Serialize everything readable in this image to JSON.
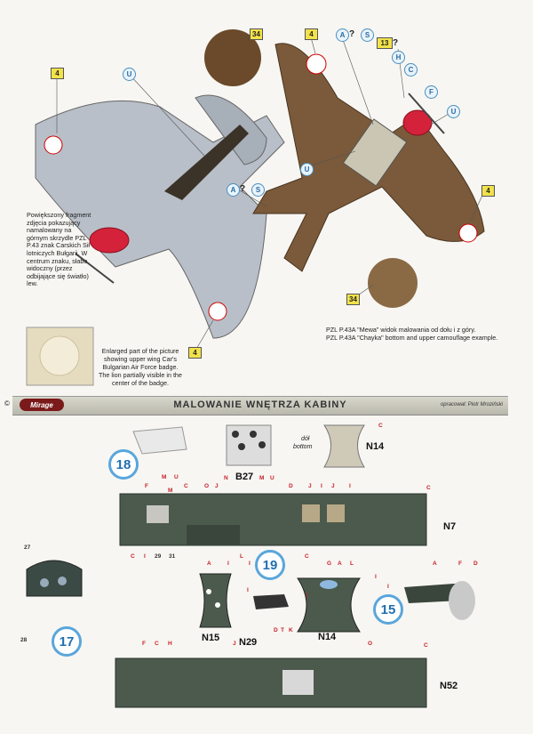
{
  "top_section": {
    "callouts": {
      "c34a": "34",
      "c4a": "4",
      "c4b": "4",
      "c4c": "4",
      "c4d": "4",
      "c13": "13",
      "c34b": "34",
      "qA1": "A",
      "q1": "?",
      "qS1": "S",
      "qA2": "A",
      "q2": "?",
      "qS2": "S",
      "qm13": "?",
      "u1": "U",
      "u2": "U",
      "u3": "U",
      "h": "H",
      "c": "C",
      "f": "F"
    },
    "polish_caption": "Powiększony fragment zdjęcia pokazujący namalowany na górnym skrzydle PZL P.43 znak Carskich Sił lotniczych Bułgarii. W centrum znaku, słabo widoczny (przez odbijające się światło) lew.",
    "english_caption": "Enlarged part of the picture showing upper wing Car's Bulgarian Air Force badge. The lion partially visible in the center of the badge.",
    "right_caption_pl": "PZL P.43A \"Mewa\" widok malowania od dołu i z góry.",
    "right_caption_en": "PZL P.43A \"Chayka\" bottom and upper camouflage example."
  },
  "banner": {
    "logo": "Mirage",
    "title": "MALOWANIE WNĘTRZA KABINY",
    "credit": "opracował: Piotr Mroziński",
    "copyright": "©"
  },
  "panels": {
    "n14_top": "N14",
    "dol": "dół",
    "bottom": "bottom",
    "b27": "B27",
    "n7": "N7",
    "n15": "N15",
    "n29": "N29",
    "n14_mid": "N14",
    "n52": "N52",
    "num18": "18",
    "num19": "19",
    "num17": "17",
    "num15": "15",
    "l27": "27",
    "l28": "28",
    "l29": "29",
    "l31": "31"
  },
  "letters": {
    "r1": [
      "M",
      "U"
    ],
    "r1b": [
      "C"
    ],
    "r2": [
      "F",
      "M",
      "C",
      "O",
      "J",
      "N",
      "M",
      "U",
      "D",
      "J",
      "I",
      "J",
      "I",
      "C"
    ],
    "r3": [
      "C",
      "I"
    ],
    "r4": [
      "A",
      "I",
      "L",
      "I",
      "C",
      "G",
      "A",
      "L",
      "A",
      "F",
      "D"
    ],
    "r5": [
      "I",
      "I",
      "I",
      "I"
    ],
    "r6": [
      "D",
      "T",
      "K"
    ],
    "r7": [
      "F",
      "C",
      "H",
      "J",
      "O",
      "C"
    ]
  }
}
